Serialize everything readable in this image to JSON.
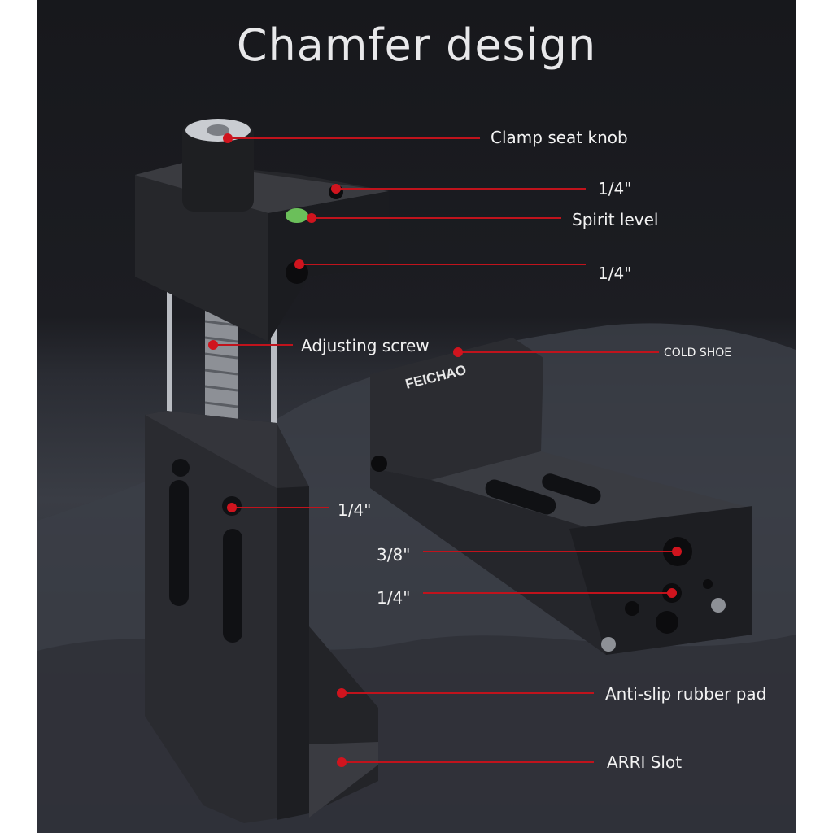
{
  "title": "Chamfer design",
  "brand": "FEICHAO",
  "callouts": [
    {
      "label": "Clamp seat knob"
    },
    {
      "label": "1/4\""
    },
    {
      "label": "Spirit level"
    },
    {
      "label": "1/4\""
    },
    {
      "label": "Adjusting screw"
    },
    {
      "label": "COLD SHOE"
    },
    {
      "label": "1/4\""
    },
    {
      "label": "3/8\""
    },
    {
      "label": "1/4\""
    },
    {
      "label": "Anti-slip rubber pad"
    },
    {
      "label": "ARRI Slot"
    }
  ],
  "colors": {
    "accent": "#c0131c",
    "text": "#f2f2f2",
    "background": "#1a1b20"
  }
}
